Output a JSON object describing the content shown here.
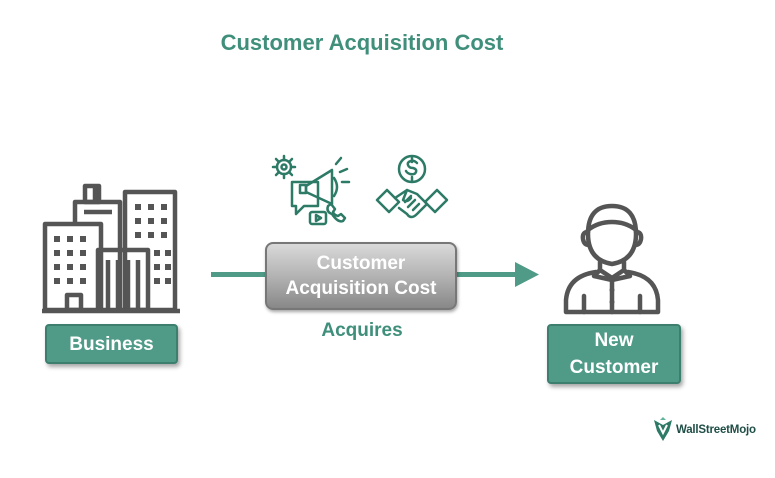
{
  "title": "Customer Acquisition Cost",
  "nodes": {
    "business": "Business",
    "cac": "Customer\nAcquisition Cost",
    "acquires": "Acquires",
    "customer": "New\nCustomer"
  },
  "brand": "WallStreetMojo",
  "icons": {
    "business": "office-buildings-icon",
    "marketing": "marketing-megaphone-icon",
    "deal": "handshake-money-icon",
    "customer": "person-icon"
  },
  "colors": {
    "accent": "#4f9b87",
    "accent_text": "#3f8f7b",
    "icon_stroke": "#555555",
    "icon_green": "#2d7a66",
    "box_gray": "#b3b3b3"
  }
}
